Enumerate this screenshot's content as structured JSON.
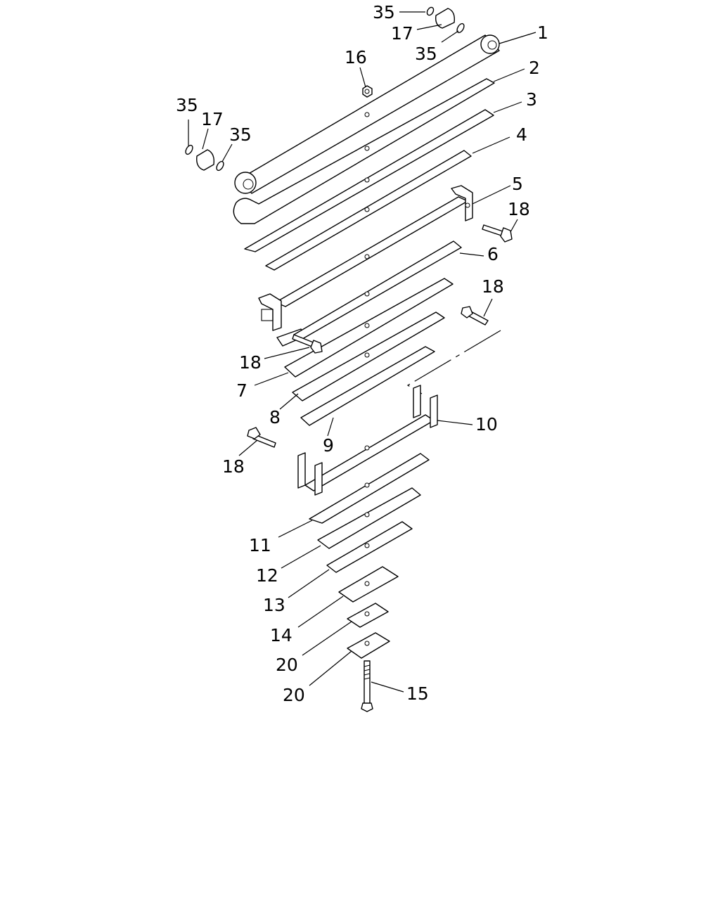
{
  "callouts": [
    {
      "id": "c35-top",
      "text": "35"
    },
    {
      "id": "c17-top",
      "text": "17"
    },
    {
      "id": "c35-top2",
      "text": "35"
    },
    {
      "id": "c1",
      "text": "1"
    },
    {
      "id": "c16",
      "text": "16"
    },
    {
      "id": "c2",
      "text": "2"
    },
    {
      "id": "c3",
      "text": "3"
    },
    {
      "id": "c35-left",
      "text": "35"
    },
    {
      "id": "c17-left",
      "text": "17"
    },
    {
      "id": "c35-left2",
      "text": "35"
    },
    {
      "id": "c4",
      "text": "4"
    },
    {
      "id": "c5",
      "text": "5"
    },
    {
      "id": "c18-a",
      "text": "18"
    },
    {
      "id": "c6",
      "text": "6"
    },
    {
      "id": "c18-b",
      "text": "18"
    },
    {
      "id": "c18-c",
      "text": "18"
    },
    {
      "id": "c7",
      "text": "7"
    },
    {
      "id": "c8",
      "text": "8"
    },
    {
      "id": "c9",
      "text": "9"
    },
    {
      "id": "c10",
      "text": "10"
    },
    {
      "id": "c18-d",
      "text": "18"
    },
    {
      "id": "c11",
      "text": "11"
    },
    {
      "id": "c12",
      "text": "12"
    },
    {
      "id": "c13",
      "text": "13"
    },
    {
      "id": "c14",
      "text": "14"
    },
    {
      "id": "c20-a",
      "text": "20"
    },
    {
      "id": "c20-b",
      "text": "20"
    },
    {
      "id": "c15",
      "text": "15"
    }
  ]
}
